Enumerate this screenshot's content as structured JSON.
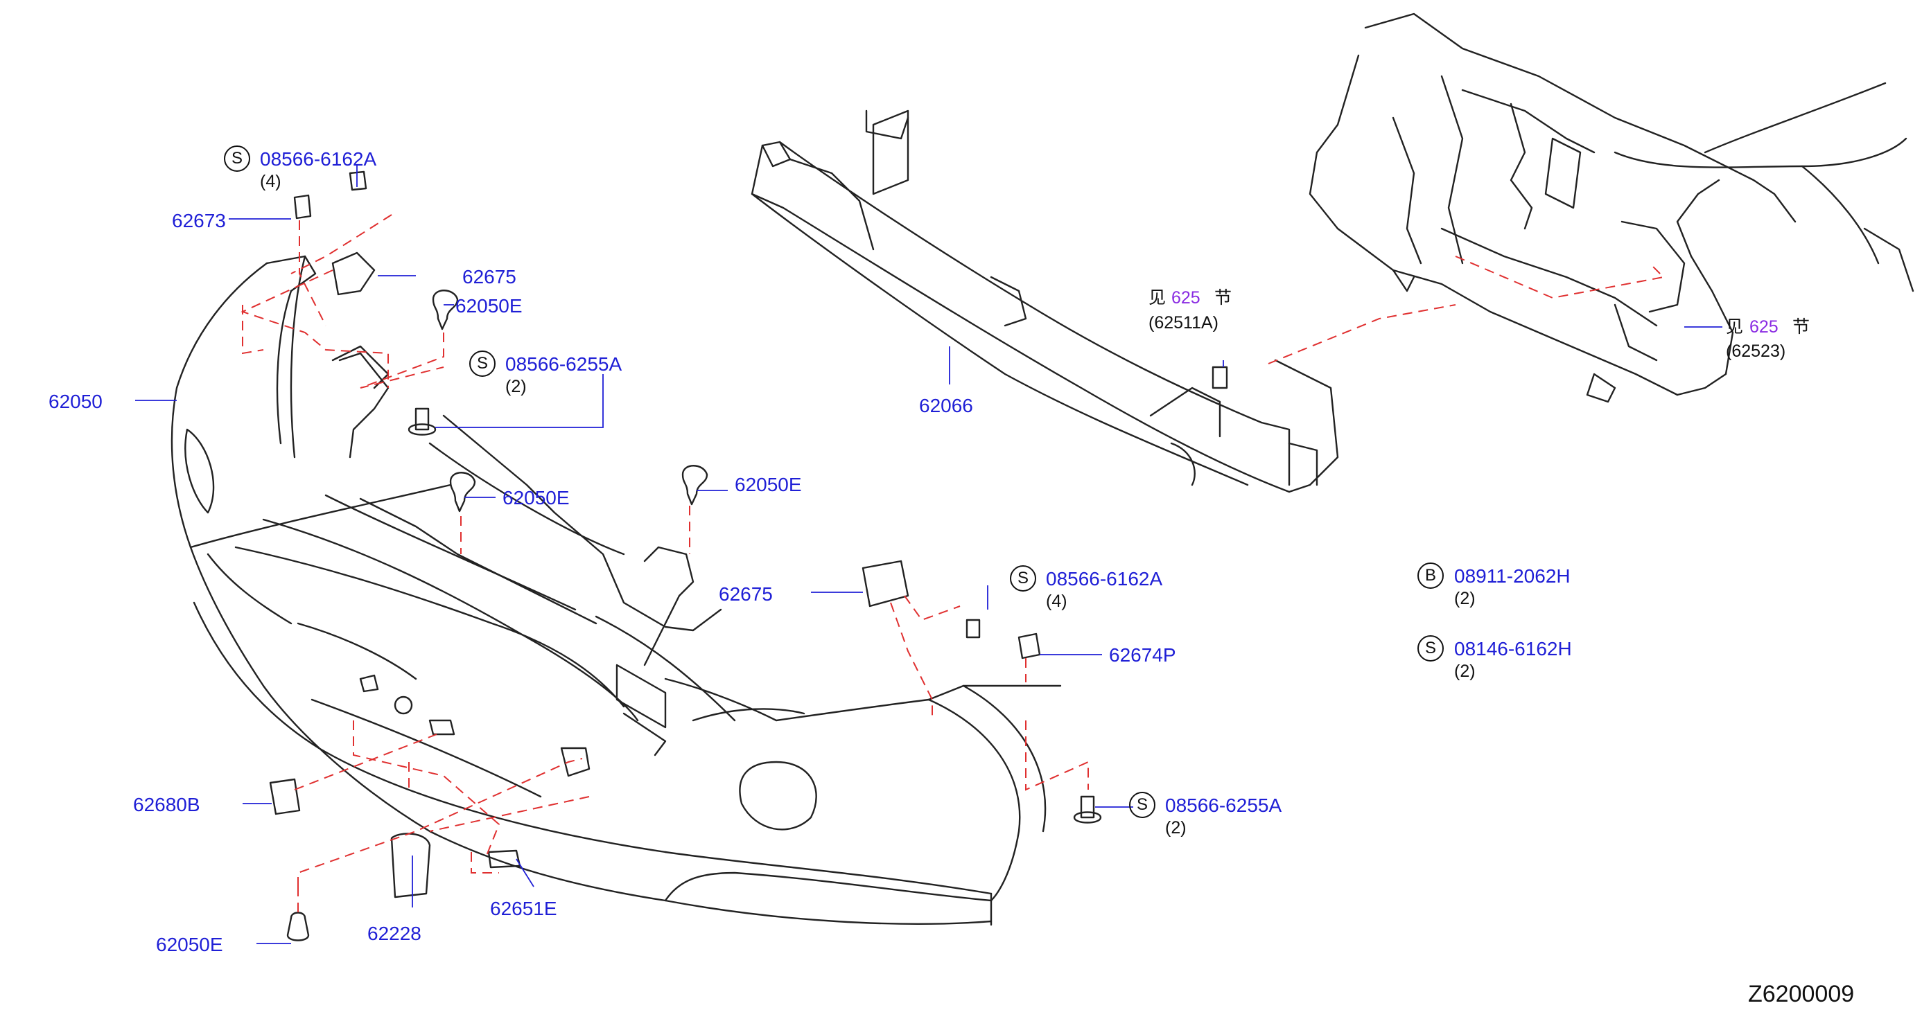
{
  "diagram": {
    "parts": {
      "p62050": "62050",
      "p62673": "62673",
      "p62675_top": "62675",
      "p62050E_1": "62050E",
      "p62050E_2": "62050E",
      "p62050E_3": "62050E",
      "p62050E_4": "62050E",
      "p62066": "62066",
      "p62675_mid": "62675",
      "p62674P": "62674P",
      "p62680B": "62680B",
      "p62228": "62228",
      "p62651E": "62651E"
    },
    "fasteners": {
      "f1": {
        "symbol": "S",
        "number": "08566-6162A",
        "qty": "(4)"
      },
      "f2": {
        "symbol": "S",
        "number": "08566-6255A",
        "qty": "(2)"
      },
      "f3": {
        "symbol": "S",
        "number": "08566-6162A",
        "qty": "(4)"
      },
      "f4": {
        "symbol": "S",
        "number": "08566-6255A",
        "qty": "(2)"
      },
      "f5": {
        "symbol": "B",
        "number": "08911-2062H",
        "qty": "(2)"
      },
      "f6": {
        "symbol": "S",
        "number": "08146-6162H",
        "qty": "(2)"
      }
    },
    "refs": {
      "r1": {
        "prefix": "见",
        "section": "625",
        "suffix": "节",
        "part": "(62511A)"
      },
      "r2": {
        "prefix": "见",
        "section": "625",
        "suffix": "节",
        "part": "(62523)"
      }
    },
    "diagram_code": "Z6200009",
    "colors": {
      "part_number": "#1f1fd6",
      "section_ref": "#8a2be2",
      "dashed_guide": "#e03030",
      "line_art": "#222222"
    }
  }
}
